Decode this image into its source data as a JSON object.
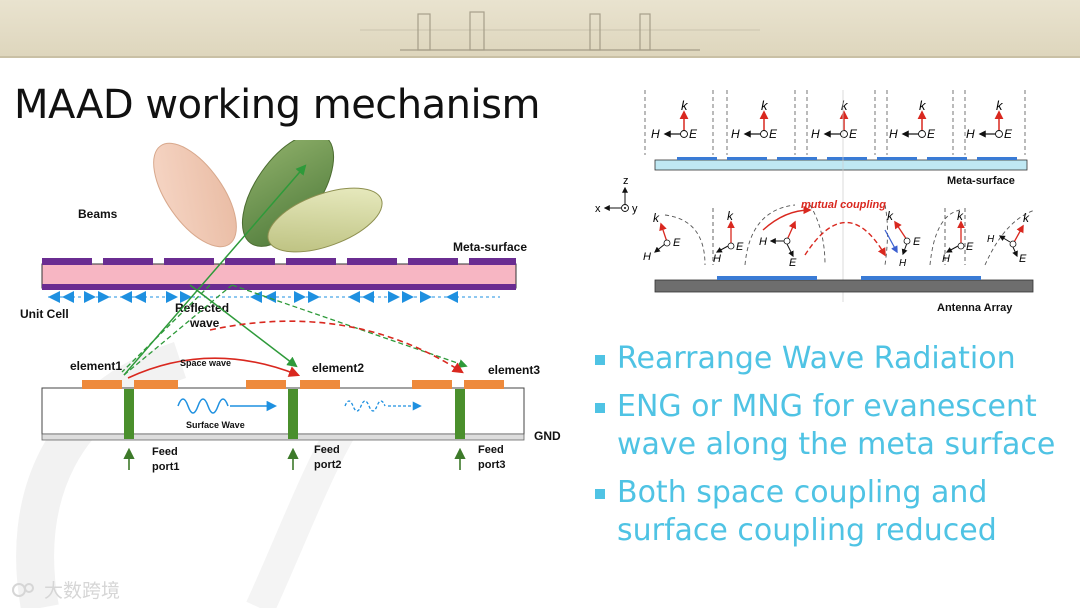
{
  "slide": {
    "title": "MAAD working mechanism",
    "watermark": "大数跨境"
  },
  "left_diagram": {
    "beams_label": "Beams",
    "metasurface_label": "Meta-surface",
    "unit_cell_label": "Unit Cell",
    "reflected_wave_label": "Reflected\nwave",
    "reflected_line1": "Reflected",
    "reflected_line2": "wave",
    "space_wave_label": "Space wave",
    "surface_wave_label": "Surface Wave",
    "element1": "element1",
    "element2": "element2",
    "element3": "element3",
    "gnd_label": "GND",
    "feed_ports": [
      {
        "line1": "Feed",
        "line2": "port1"
      },
      {
        "line1": "Feed",
        "line2": "port2"
      },
      {
        "line1": "Feed",
        "line2": "port3"
      }
    ]
  },
  "right_diagram": {
    "k_symbol": "k",
    "h_symbol": "H",
    "e_symbol": "E",
    "axis_z": "z",
    "axis_x": "x",
    "axis_y": "y",
    "mutual_coupling": "mutual coupling",
    "metasurface_label": "Meta-surface",
    "antenna_array_label": "Antenna Array"
  },
  "bullets": [
    "Rearrange Wave Radiation",
    "ENG or MNG for evanescent wave along the meta surface",
    "Both space coupling and surface coupling reduced"
  ],
  "colors": {
    "accent": "#4fc3e4",
    "metasurface_purple": "#6a2c91",
    "metasurface_pink": "#f7b6c3",
    "patch_orange": "#ee8a3c",
    "feed_green": "#4a8f2c",
    "arrow_red": "#d9281f",
    "arrow_blue": "#1e90e0"
  }
}
